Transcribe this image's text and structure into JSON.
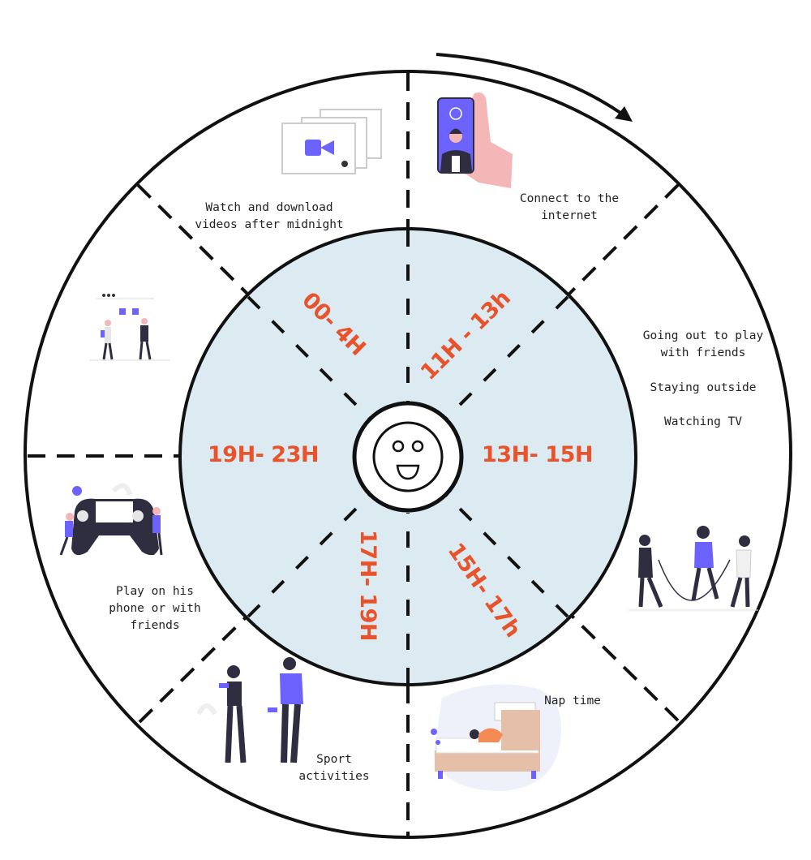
{
  "colors": {
    "accent": "#E8532B",
    "inner_fill": "#DCEBF2",
    "illustration": "#6C63FF",
    "line": "#111111"
  },
  "time_slots": {
    "s0004": "00- 4H",
    "s1113": "11H - 13h",
    "s1315": "13H- 15H",
    "s1517": "15H- 17h",
    "s1719": "17H- 19H",
    "s1923": "19H- 23H"
  },
  "activities": {
    "midnight": [
      "Watch and download",
      "videos after midnight"
    ],
    "internet": [
      "Connect to the",
      "internet"
    ],
    "afternoon": [
      "Going out to play",
      "with friends",
      "Staying outside",
      "Watching TV"
    ],
    "nap": "Nap time",
    "sport": [
      "Sport",
      "activities"
    ],
    "evening": [
      "Play on his",
      "phone or with",
      "friends"
    ]
  },
  "center_icon": "smiley-face-icon",
  "direction_icon": "clockwise-arrow-icon"
}
